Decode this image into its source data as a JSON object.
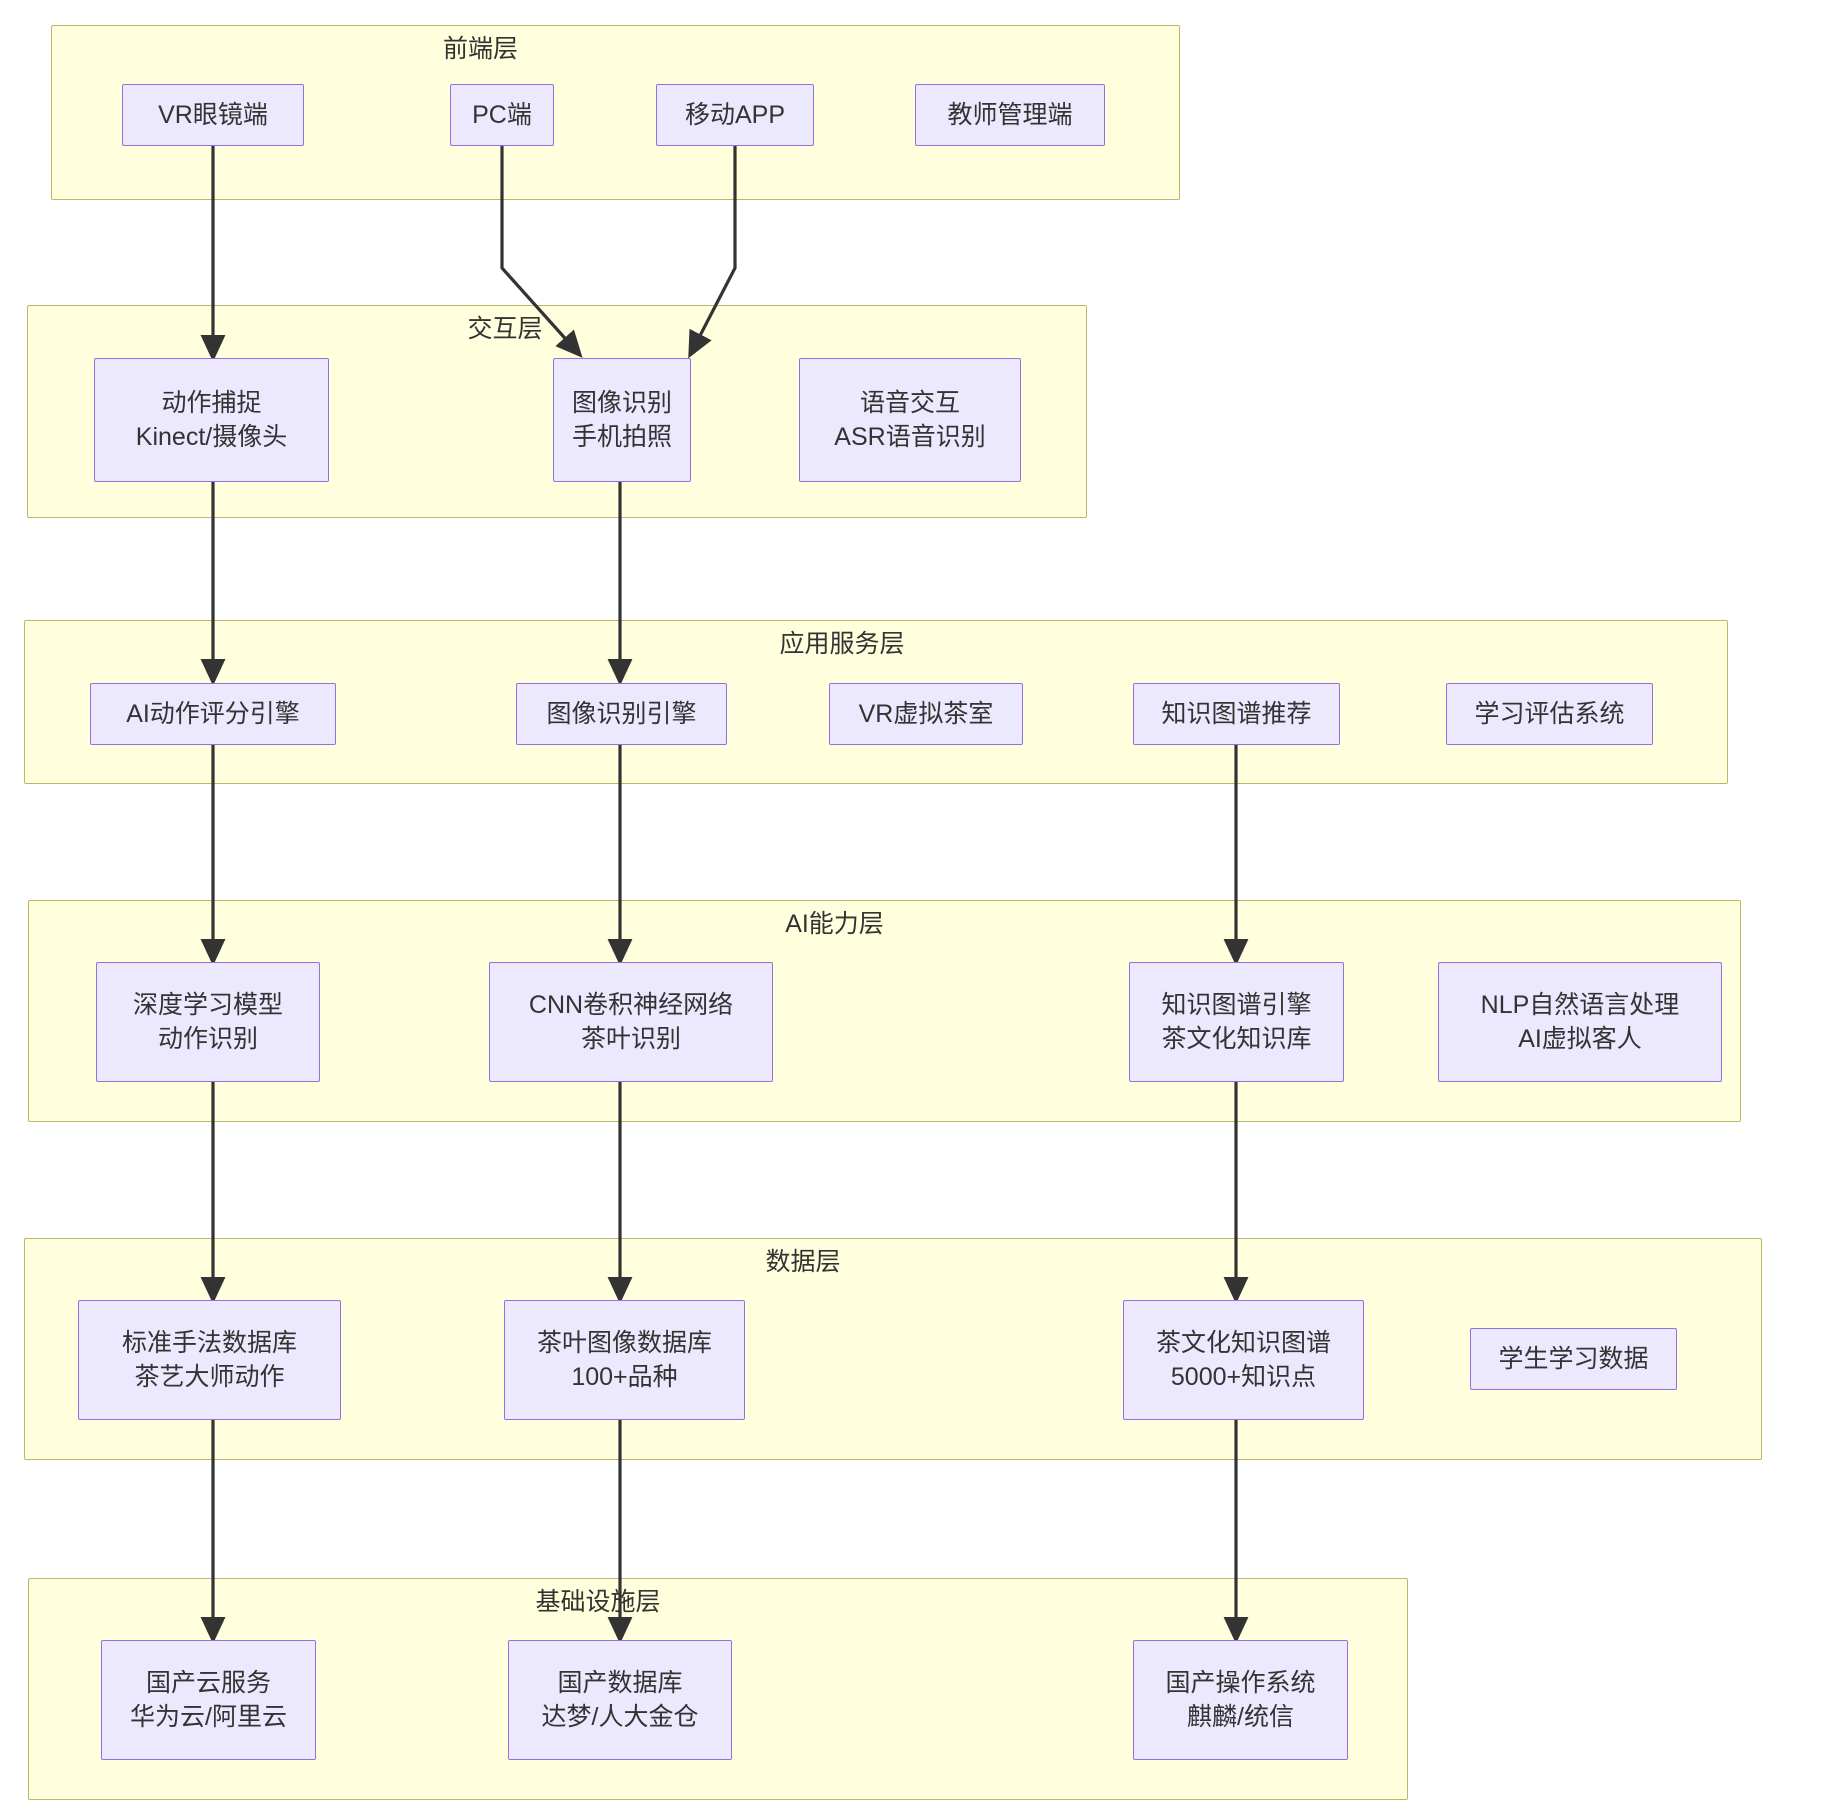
{
  "diagram": {
    "type": "layered-architecture-flowchart",
    "title_visible": false,
    "colors": {
      "layer_fill": "#FFFFDE",
      "layer_border": "#BDB76B",
      "node_fill": "#ECE8FD",
      "node_border": "#9370DB",
      "text": "#333333",
      "edge": "#333333",
      "background": "#FFFFFF"
    },
    "layers": [
      {
        "id": "frontend",
        "title": "前端层",
        "nodes": [
          {
            "id": "vr-glasses",
            "line1": "VR眼镜端",
            "line2": ""
          },
          {
            "id": "pc-client",
            "line1": "PC端",
            "line2": ""
          },
          {
            "id": "mobile-app",
            "line1": "移动APP",
            "line2": ""
          },
          {
            "id": "teacher-admin",
            "line1": "教师管理端",
            "line2": ""
          }
        ]
      },
      {
        "id": "interaction",
        "title": "交互层",
        "nodes": [
          {
            "id": "motion-capture",
            "line1": "动作捕捉",
            "line2": "Kinect/摄像头"
          },
          {
            "id": "image-recognition",
            "line1": "图像识别",
            "line2": "手机拍照"
          },
          {
            "id": "voice-interaction",
            "line1": "语音交互",
            "line2": "ASR语音识别"
          }
        ]
      },
      {
        "id": "application",
        "title": "应用服务层",
        "nodes": [
          {
            "id": "ai-scoring-engine",
            "line1": "AI动作评分引擎",
            "line2": ""
          },
          {
            "id": "image-recog-engine",
            "line1": "图像识别引擎",
            "line2": ""
          },
          {
            "id": "vr-tea-room",
            "line1": "VR虚拟茶室",
            "line2": ""
          },
          {
            "id": "kg-recommend",
            "line1": "知识图谱推荐",
            "line2": ""
          },
          {
            "id": "learning-assessment",
            "line1": "学习评估系统",
            "line2": ""
          }
        ]
      },
      {
        "id": "ai-capability",
        "title": "AI能力层",
        "nodes": [
          {
            "id": "deep-learning-model",
            "line1": "深度学习模型",
            "line2": "动作识别"
          },
          {
            "id": "cnn-network",
            "line1": "CNN卷积神经网络",
            "line2": "茶叶识别"
          },
          {
            "id": "kg-engine",
            "line1": "知识图谱引擎",
            "line2": "茶文化知识库"
          },
          {
            "id": "nlp-processing",
            "line1": "NLP自然语言处理",
            "line2": "AI虚拟客人"
          }
        ]
      },
      {
        "id": "data",
        "title": "数据层",
        "nodes": [
          {
            "id": "standard-technique-db",
            "line1": "标准手法数据库",
            "line2": "茶艺大师动作"
          },
          {
            "id": "tea-image-db",
            "line1": "茶叶图像数据库",
            "line2": "100+品种"
          },
          {
            "id": "tea-culture-kg",
            "line1": "茶文化知识图谱",
            "line2": "5000+知识点"
          },
          {
            "id": "student-learning-data",
            "line1": "学生学习数据",
            "line2": ""
          }
        ]
      },
      {
        "id": "infrastructure",
        "title": "基础设施层",
        "nodes": [
          {
            "id": "domestic-cloud",
            "line1": "国产云服务",
            "line2": "华为云/阿里云"
          },
          {
            "id": "domestic-database",
            "line1": "国产数据库",
            "line2": "达梦/人大金仓"
          },
          {
            "id": "domestic-os",
            "line1": "国产操作系统",
            "line2": "麒麟/统信"
          }
        ]
      }
    ],
    "edges": [
      {
        "from": "vr-glasses",
        "to": "motion-capture"
      },
      {
        "from": "pc-client",
        "to": "image-recognition"
      },
      {
        "from": "mobile-app",
        "to": "image-recognition"
      },
      {
        "from": "motion-capture",
        "to": "ai-scoring-engine"
      },
      {
        "from": "image-recognition",
        "to": "image-recog-engine"
      },
      {
        "from": "ai-scoring-engine",
        "to": "deep-learning-model"
      },
      {
        "from": "image-recog-engine",
        "to": "cnn-network"
      },
      {
        "from": "kg-recommend",
        "to": "kg-engine"
      },
      {
        "from": "deep-learning-model",
        "to": "standard-technique-db"
      },
      {
        "from": "cnn-network",
        "to": "tea-image-db"
      },
      {
        "from": "kg-engine",
        "to": "tea-culture-kg"
      },
      {
        "from": "standard-technique-db",
        "to": "domestic-cloud"
      },
      {
        "from": "tea-image-db",
        "to": "domestic-database"
      },
      {
        "from": "tea-culture-kg",
        "to": "domestic-os"
      }
    ]
  }
}
